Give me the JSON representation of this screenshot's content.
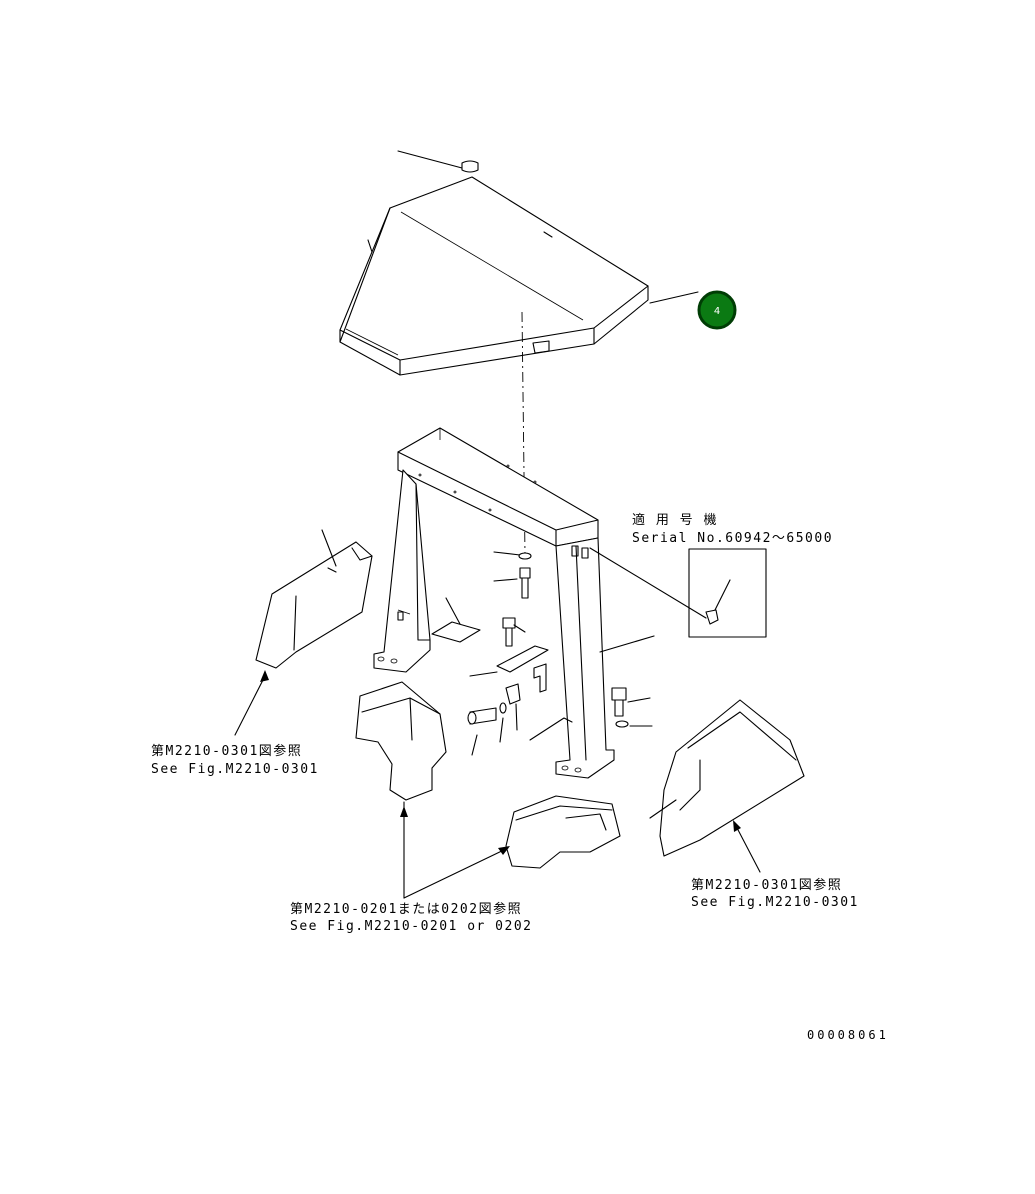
{
  "drawing": {
    "callouts": [
      {
        "number": "4",
        "color": "#0b7a13",
        "ring": "#003d05"
      }
    ],
    "serial_note": {
      "line1": "適 用 号 機",
      "line2": "Serial No.60942〜65000"
    },
    "references": [
      {
        "jp": "第M2210-0301図参照",
        "en": "See Fig.M2210-0301"
      },
      {
        "jp": "第M2210-0201または0202図参照",
        "en": "See Fig.M2210-0201 or 0202"
      },
      {
        "jp": "第M2210-0301図参照",
        "en": "See Fig.M2210-0301"
      }
    ],
    "drawing_code": "00008061"
  }
}
